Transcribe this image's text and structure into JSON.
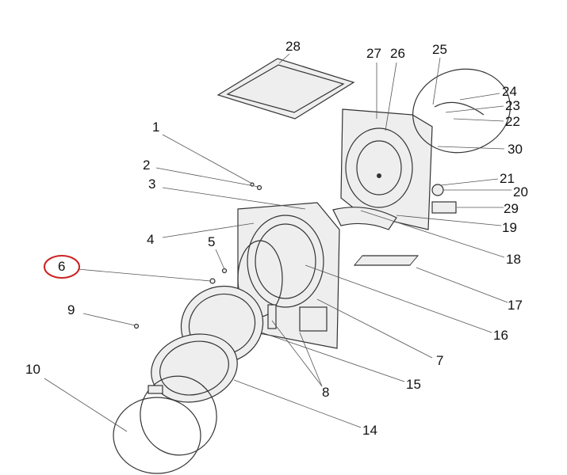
{
  "diagram": {
    "highlight_color": "#cc2222",
    "highlighted_part": "6",
    "labels": [
      "1",
      "2",
      "3",
      "4",
      "5",
      "6",
      "7",
      "8",
      "9",
      "10",
      "14",
      "15",
      "16",
      "17",
      "18",
      "19",
      "20",
      "21",
      "22",
      "23",
      "24",
      "25",
      "26",
      "27",
      "28",
      "29",
      "30"
    ]
  }
}
